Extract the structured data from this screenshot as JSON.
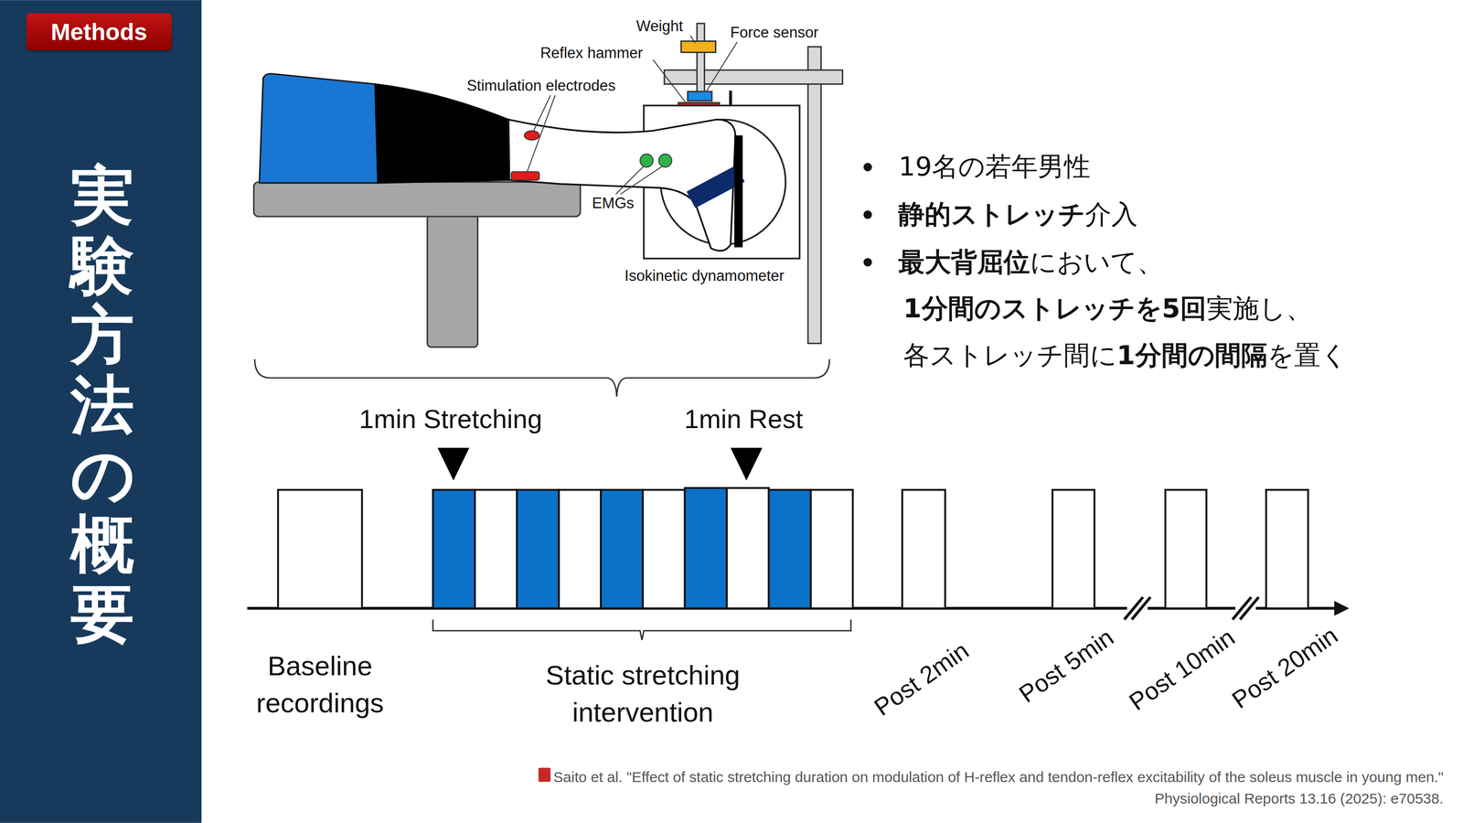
{
  "diagram": {
    "title": "実験方法の概要",
    "nodes": [
      {
        "text": [
          "Methods"
        ]
      }
    ],
    "labels": [
      "Weight",
      "Force sensor",
      "Reflex hammer",
      "Stimulation electrodes",
      "EMGs",
      "Isokinetic dynamometer",
      "19名の若年男性",
      "静的ストレッチ",
      "介入",
      "最大背屈位",
      "において、",
      "1分間のストレッチを5回",
      "実施し、",
      "各ストレッチ間に",
      "1分間の間隔",
      "を置く",
      "1min Stretching",
      "1min Rest",
      "Baseline recordings",
      "Static stretching intervention",
      "Post 2min",
      "Post 5min",
      "Post 10min",
      "Post 20min",
      "Saito et al. \"Effect of static stretching duration on modulation of H-reflex and tendon-reflex excitability of the soleus muscle in young men.\"",
      "Physiological Reports 13.16 (2025): e70538."
    ]
  }
}
